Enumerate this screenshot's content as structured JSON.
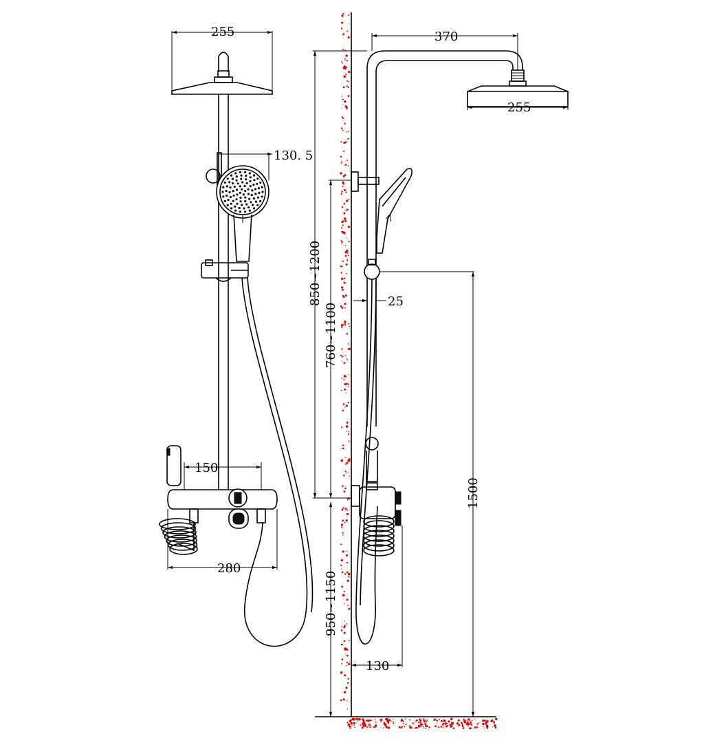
{
  "front_view": {
    "head_width": "255",
    "handshower_width": "130. 5",
    "inlet_spacing": "150",
    "mixer_width": "280"
  },
  "side_view": {
    "arm_projection": "370",
    "head_width": "255",
    "rail_offset": "25",
    "spout_projection": "130",
    "slider_height": "850~1200",
    "bracket_height": "760~1100",
    "mixer_height": "950~1150",
    "total_height": "1500"
  },
  "colors": {
    "line": "#000000",
    "wall_hatch": "#e00000"
  }
}
